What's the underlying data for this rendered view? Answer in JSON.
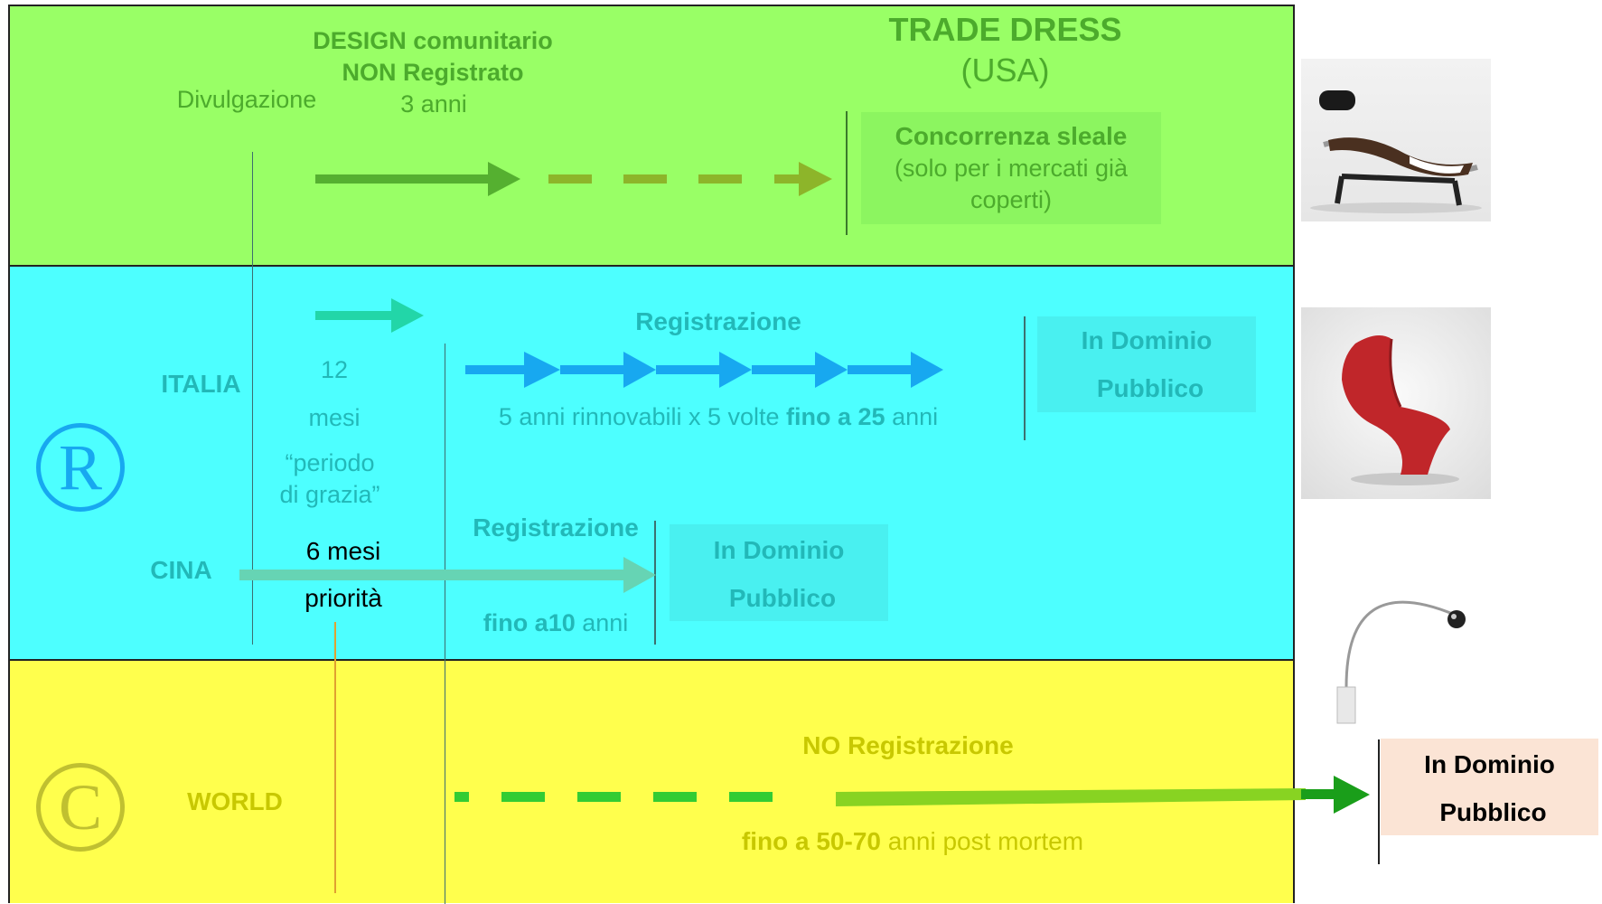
{
  "colors": {
    "green_band": "#99ff66",
    "cyan_band": "#4dffff",
    "yellow_band": "#ffff4d",
    "dark_green": "#55b030",
    "olive": "#8db52a",
    "teal_text": "#22b8b8",
    "blue_arrow": "#17a8f0",
    "yellow_text": "#c8c800",
    "peach": "#fbe4d5"
  },
  "design": {
    "title_line1": "DESIGN comunitario",
    "title_line2": "NON Registrato",
    "duration": "3 anni",
    "divulgazione": "Divulgazione"
  },
  "trade_dress": {
    "title": "TRADE DRESS",
    "subtitle": "(USA)",
    "box_bold": "Concorrenza sleale",
    "box_line2": "(solo per i mercati già",
    "box_line3": "coperti)"
  },
  "registered": {
    "symbol": "®",
    "italia": "ITALIA",
    "cina": "CINA",
    "grace_num": "12",
    "grace_unit": "mesi",
    "grace_quote1": "“periodo",
    "grace_quote2": "di grazia”",
    "priority_months": "6 mesi",
    "priority_word": "priorità",
    "italia_reg": "Registrazione",
    "italia_dur_a": "5 anni rinnovabili x 5 volte ",
    "italia_dur_b": "fino a 25",
    "italia_dur_c": " anni",
    "italia_pd1": "In Dominio",
    "italia_pd2": "Pubblico",
    "cina_reg": "Registrazione",
    "cina_dur_a": "fino a10",
    "cina_dur_b": " anni",
    "cina_pd1": "In Dominio",
    "cina_pd2": "Pubblico"
  },
  "copyright": {
    "symbol": "©",
    "world": "WORLD",
    "no_reg": "NO Registrazione",
    "dur_a": "fino a 50-70",
    "dur_b": " anni post mortem",
    "pd1": "In Dominio",
    "pd2": "Pubblico"
  },
  "images": [
    "lounge-chair-image",
    "red-chair-image",
    "arc-lamp-image"
  ]
}
